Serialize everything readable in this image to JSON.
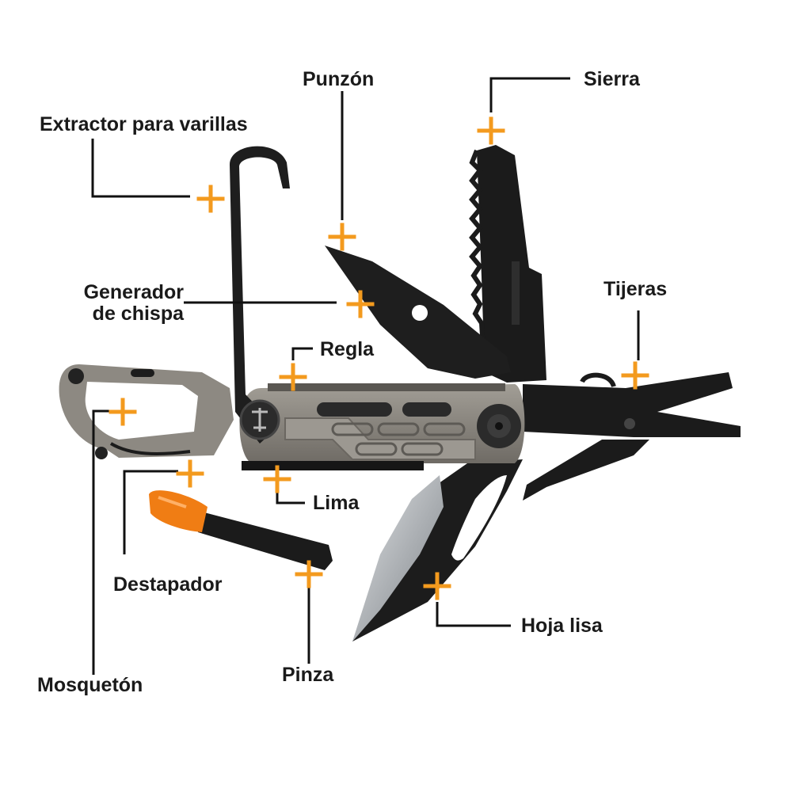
{
  "labels": {
    "rod_extractor": "Extractor para varillas",
    "awl": "Punzón",
    "saw": "Sierra",
    "spark_generator_1": "Generador",
    "spark_generator_2": "de chispa",
    "scissors": "Tijeras",
    "ruler": "Regla",
    "carabiner": "Mosquetón",
    "file": "Lima",
    "bottle_opener": "Destapador",
    "plain_blade": "Hoja lisa",
    "tweezers": "Pinza"
  },
  "colors": {
    "marker": "#f39a1e",
    "leader": "#111111",
    "label_text": "#1a1a1a",
    "tool_black": "#1b1b1b",
    "handle_gray": "#8f8b84",
    "blade_steel": "#b9bcbf",
    "ferro_orange": "#f07d14"
  },
  "icons": {
    "marker": "plus-marker-icon",
    "logo": "gerber-logo-icon"
  }
}
